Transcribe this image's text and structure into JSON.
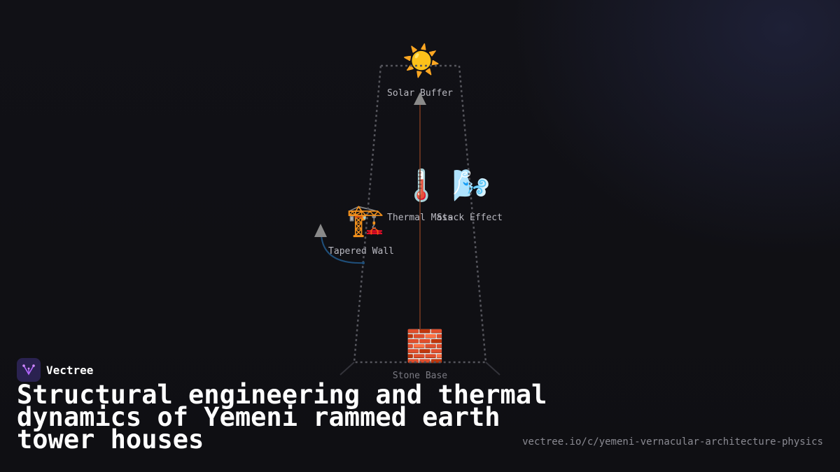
{
  "brand": {
    "name": "Vectree"
  },
  "title": "Structural engineering and thermal dynamics of Yemeni rammed earth tower houses",
  "url": "vectree.io/c/yemeni-vernacular-architecture-physics",
  "nodes": [
    {
      "id": "solar-buffer",
      "label": "Solar Buffer",
      "icon": "☀️",
      "icon_name": "sun-icon"
    },
    {
      "id": "thermal-mass",
      "label": "Thermal Mass",
      "icon": "🌡️",
      "icon_name": "thermometer-icon"
    },
    {
      "id": "stack-effect",
      "label": "Stack Effect",
      "icon": "🌬️",
      "icon_name": "wind-icon"
    },
    {
      "id": "tapered-wall",
      "label": "Tapered Wall",
      "icon": "🏗️",
      "icon_name": "crane-icon"
    },
    {
      "id": "stone-base",
      "label": "Stone Base",
      "icon": "🧱",
      "icon_name": "brick-icon"
    }
  ],
  "colors": {
    "background": "#111116",
    "outline": "#55555c",
    "flow_line": "#7a3a22",
    "curve": "#1f4f7a",
    "arrow": "#8a8a8a",
    "label": "#b8b8c0",
    "brand_logo": "#2a2250",
    "brand_mark": "#b366ff"
  }
}
